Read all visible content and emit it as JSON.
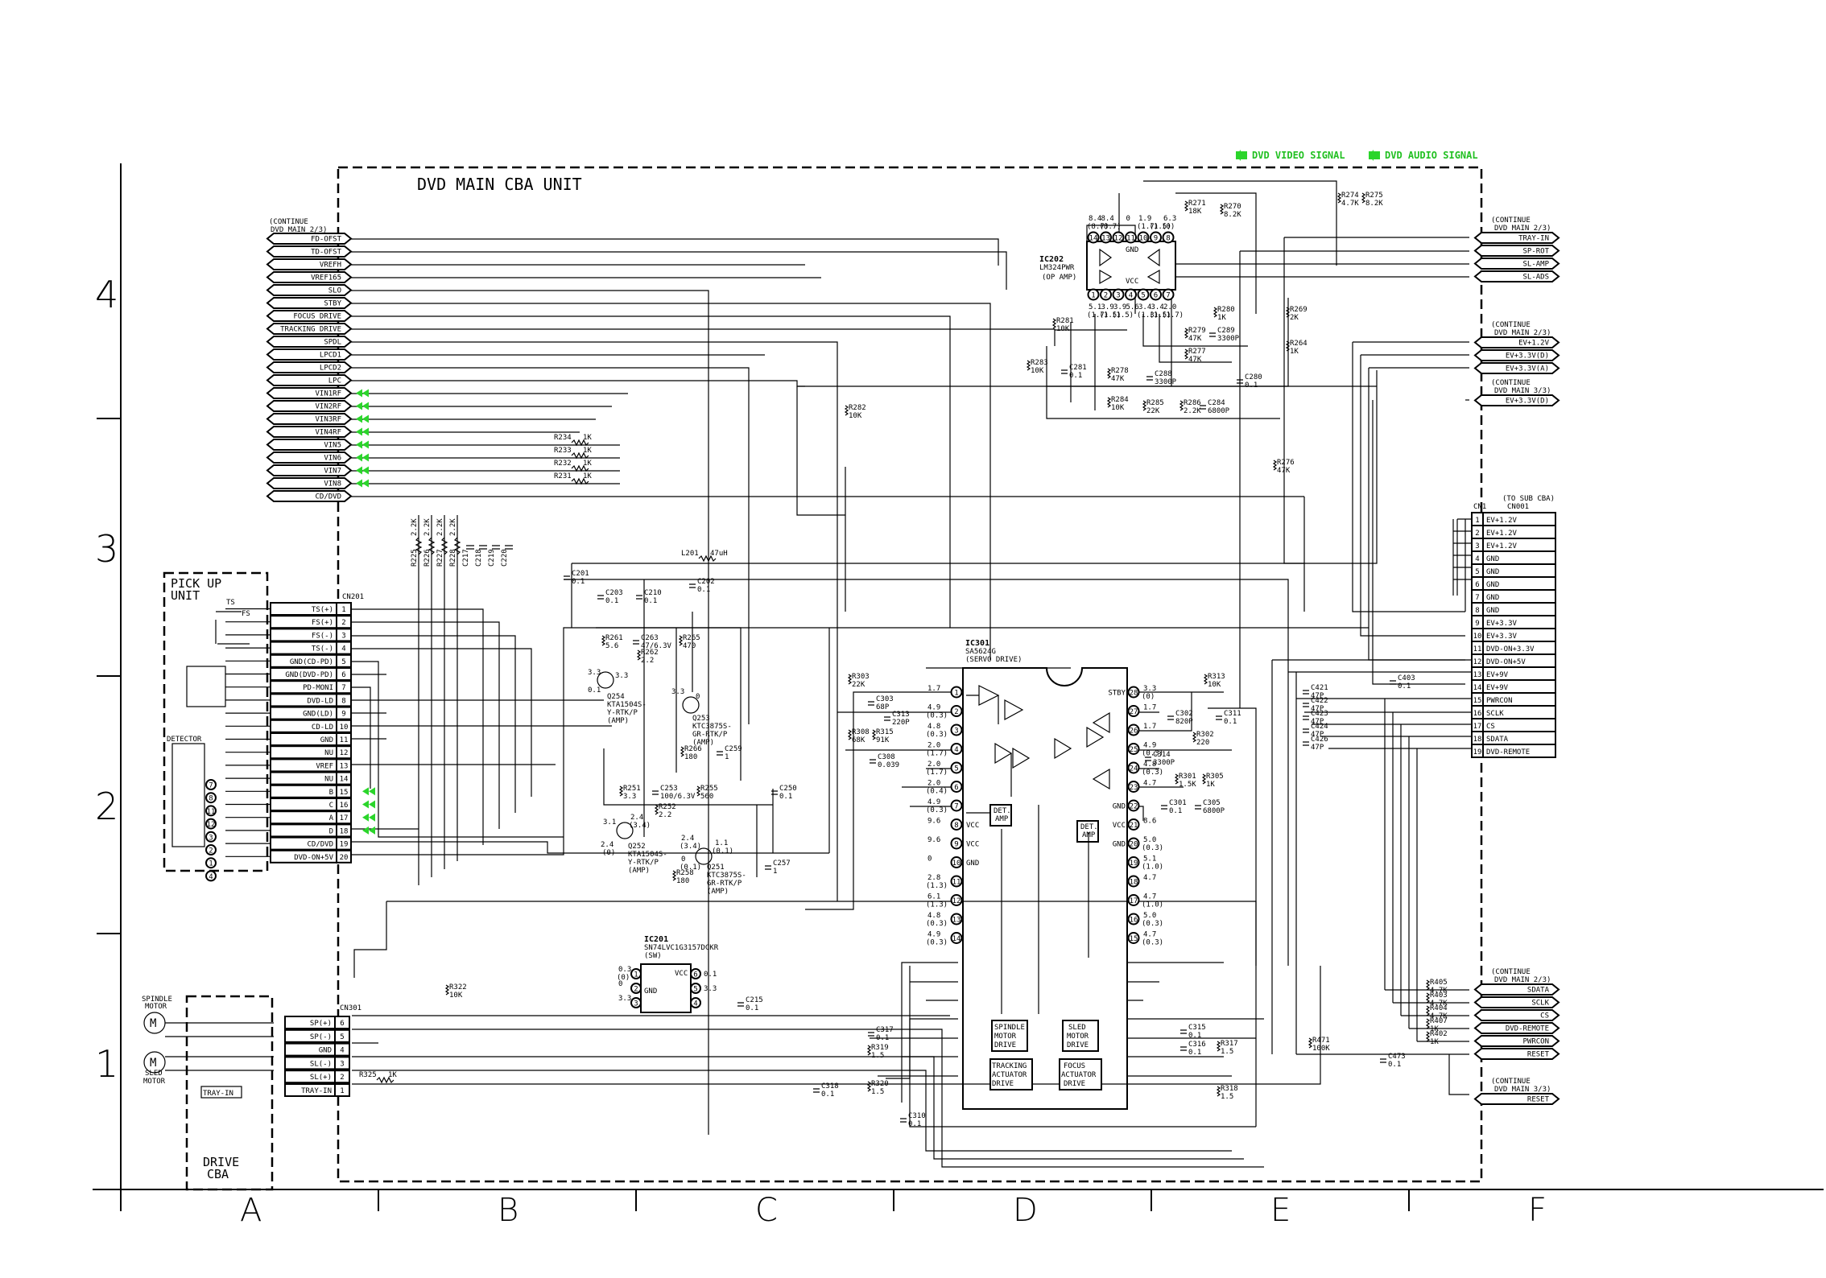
{
  "legend": {
    "video": "DVD VIDEO SIGNAL",
    "audio": "DVD AUDIO SIGNAL",
    "color": "#22c022"
  },
  "grid": {
    "rows": [
      "4",
      "3",
      "2",
      "1"
    ],
    "cols": [
      "A",
      "B",
      "C",
      "D",
      "E",
      "F"
    ]
  },
  "title": "DVD MAIN CBA UNIT",
  "left_connector": {
    "continue": "(CONTINUE",
    "continue_ref": "DVD MAIN 2/3)",
    "signals": [
      "FD-OFST",
      "TD-OFST",
      "VREFH",
      "VREF165",
      "SLO",
      "STBY",
      "FOCUS DRIVE",
      "TRACKING DRIVE",
      "SPDL",
      "LPCD1",
      "LPCD2",
      "LPC",
      "VIN1RF",
      "VIN2RF",
      "VIN3RF",
      "VIN4RF",
      "VIN5",
      "VIN6",
      "VIN7",
      "VIN8",
      "CD/DVD"
    ]
  },
  "pickup": {
    "title": "PICK UP",
    "title2": "UNIT",
    "connector": "CN201",
    "detector": "DETECTOR",
    "ts": "TS",
    "fs": "FS",
    "pins": [
      {
        "n": "1",
        "s": "TS(+)"
      },
      {
        "n": "2",
        "s": "FS(+)"
      },
      {
        "n": "3",
        "s": "FS(-)"
      },
      {
        "n": "4",
        "s": "TS(-)"
      },
      {
        "n": "5",
        "s": "GND(CD-PD)"
      },
      {
        "n": "6",
        "s": "GND(DVD-PD)"
      },
      {
        "n": "7",
        "s": "PD-MONI"
      },
      {
        "n": "8",
        "s": "DVD-LD"
      },
      {
        "n": "9",
        "s": "GND(LD)"
      },
      {
        "n": "10",
        "s": "CD-LD"
      },
      {
        "n": "11",
        "s": "GND"
      },
      {
        "n": "12",
        "s": "NU"
      },
      {
        "n": "13",
        "s": "VREF"
      },
      {
        "n": "14",
        "s": "NU"
      },
      {
        "n": "15",
        "s": "B"
      },
      {
        "n": "16",
        "s": "C"
      },
      {
        "n": "17",
        "s": "A"
      },
      {
        "n": "18",
        "s": "D"
      },
      {
        "n": "19",
        "s": "CD/DVD"
      },
      {
        "n": "20",
        "s": "DVD-ON+5V"
      }
    ],
    "det_pins": [
      "7",
      "8",
      "11",
      "12",
      "3",
      "2",
      "1",
      "4"
    ]
  },
  "drive": {
    "title": "DRIVE",
    "title2": "CBA",
    "connector": "CN301",
    "spindle": "SPINDLE",
    "spindle2": "MOTOR",
    "sled": "SLED",
    "sled2": "MOTOR",
    "tray": "TRAY-IN",
    "motor_symbol": "M",
    "pins": [
      {
        "n": "6",
        "s": "SP(+)"
      },
      {
        "n": "5",
        "s": "SP(-)"
      },
      {
        "n": "4",
        "s": "GND"
      },
      {
        "n": "3",
        "s": "SL(-)"
      },
      {
        "n": "2",
        "s": "SL(+)"
      },
      {
        "n": "1",
        "s": "TRAY-IN"
      }
    ]
  },
  "right_top": {
    "continue": "(CONTINUE",
    "continue_ref": "DVD MAIN 2/3)",
    "signals": [
      "TRAY-IN",
      "SP-ROT",
      "SL-AMP",
      "SL-ADS"
    ]
  },
  "right_power": {
    "continue": "(CONTINUE",
    "continue_ref": "DVD MAIN 2/3)",
    "signals": [
      "EV+1.2V",
      "EV+3.3V(D)",
      "EV+3.3V(A)"
    ],
    "continue2": "(CONTINUE",
    "continue2_ref": "DVD MAIN 3/3)",
    "signal2": "EV+3.3V(D)"
  },
  "cn1": {
    "label": "CN1",
    "ref": "(TO SUB CBA)",
    "ref2": "CN001",
    "pins": [
      {
        "n": "1",
        "s": "EV+1.2V"
      },
      {
        "n": "2",
        "s": "EV+1.2V"
      },
      {
        "n": "3",
        "s": "EV+1.2V"
      },
      {
        "n": "4",
        "s": "GND"
      },
      {
        "n": "5",
        "s": "GND"
      },
      {
        "n": "6",
        "s": "GND"
      },
      {
        "n": "7",
        "s": "GND"
      },
      {
        "n": "8",
        "s": "GND"
      },
      {
        "n": "9",
        "s": "EV+3.3V"
      },
      {
        "n": "10",
        "s": "EV+3.3V"
      },
      {
        "n": "11",
        "s": "DVD-ON+3.3V"
      },
      {
        "n": "12",
        "s": "DVD-ON+5V"
      },
      {
        "n": "13",
        "s": "EV+9V"
      },
      {
        "n": "14",
        "s": "EV+9V"
      },
      {
        "n": "15",
        "s": "PWRCON"
      },
      {
        "n": "16",
        "s": "SCLK"
      },
      {
        "n": "17",
        "s": "CS"
      },
      {
        "n": "18",
        "s": "SDATA"
      },
      {
        "n": "19",
        "s": "DVD-REMOTE"
      }
    ]
  },
  "right_bottom": {
    "continue": "(CONTINUE",
    "continue_ref": "DVD MAIN 2/3)",
    "signals": [
      "SDATA",
      "SCLK",
      "CS",
      "DVD-REMOTE",
      "PWRCON",
      "RESET"
    ],
    "continue2": "(CONTINUE",
    "continue2_ref": "DVD MAIN 3/3)",
    "signal2": "RESET"
  },
  "ic202": {
    "name": "IC202",
    "part": "LM324PWR",
    "func": "(OP AMP)",
    "gnd": "GND",
    "vcc": "VCC",
    "top_pins": [
      "14",
      "13",
      "12",
      "11",
      "10",
      "9",
      "8"
    ],
    "bottom_pins": [
      "1",
      "2",
      "3",
      "4",
      "5",
      "6",
      "7"
    ],
    "top_v": [
      "8.4",
      "8.4",
      "",
      "0",
      "1.9",
      "",
      "6.3"
    ],
    "top_v2": [
      "(8.7)",
      "(8.7)",
      "",
      "",
      "(1.7)",
      "(1.5)",
      "(0)"
    ],
    "bot_v": [
      "5.1",
      "3.9",
      "3.9",
      "5.6",
      "3.4",
      "3.4",
      "2.0"
    ],
    "bot_v2": [
      "(1.7)",
      "(1.5)",
      "(1.5)",
      "",
      "(1.3)",
      "(1.5)",
      "(1.7)"
    ]
  },
  "ic301": {
    "name": "IC301",
    "part": "SA5624G",
    "func": "(SERVO DRIVE)",
    "left_pins": [
      "1",
      "2",
      "3",
      "4",
      "5",
      "6",
      "7",
      "8",
      "9",
      "10",
      "11",
      "12",
      "13",
      "14"
    ],
    "right_pins": [
      "28",
      "27",
      "26",
      "25",
      "24",
      "23",
      "22",
      "21",
      "20",
      "19",
      "18",
      "17",
      "16",
      "15"
    ],
    "left_labels": [
      "",
      "",
      "",
      "",
      "",
      "",
      "",
      "VCC",
      "VCC",
      "GND",
      "",
      "",
      "",
      ""
    ],
    "right_labels": [
      "STBY",
      "",
      "",
      "",
      "",
      "",
      "GND",
      "VCC",
      "GND",
      "",
      "",
      "",
      "",
      ""
    ],
    "left_v": [
      "1.7",
      "4.9",
      "4.8",
      "2.0",
      "2.0",
      "2.0",
      "4.9",
      "9.6",
      "9.6",
      "0",
      "2.8",
      "6.1",
      "4.8",
      "4.9"
    ],
    "left_v2": [
      "",
      "(0.3)",
      "(0.3)",
      "(1.7)",
      "(1.7)",
      "(0.4)",
      "(0.3)",
      "",
      "",
      "",
      "(1.3)",
      "(1.3)",
      "(0.3)",
      "(0.3)"
    ],
    "right_v": [
      "3.3",
      "1.7",
      "1.7",
      "4.9",
      "4.8",
      "4.7",
      "",
      "8.6",
      "5.0",
      "5.1",
      "4.7",
      "4.7",
      "5.0",
      "4.7"
    ],
    "right_v2": [
      "(0)",
      "",
      "",
      "(0.3)",
      "(0.3)",
      "",
      "",
      "",
      "(0.3)",
      "(1.0)",
      "",
      "(1.0)",
      "(0.3)",
      "(0.3)"
    ],
    "blocks": {
      "det_amp": "DET.",
      "det_amp2": "AMP",
      "spindle": [
        "SPINDLE",
        "MOTOR",
        "DRIVE"
      ],
      "tracking": [
        "TRACKING",
        "ACTUATOR",
        "DRIVE"
      ],
      "sled": [
        "SLED",
        "MOTOR",
        "DRIVE"
      ],
      "focus": [
        "FOCUS",
        "ACTUATOR",
        "DRIVE"
      ]
    }
  },
  "ic201": {
    "name": "IC201",
    "part": "SN74LVC1G3157DCKR",
    "func": "(SW)",
    "gnd": "GND",
    "vcc": "VCC",
    "left_pins": [
      "1",
      "2",
      "3"
    ],
    "right_pins": [
      "6",
      "5",
      "4"
    ],
    "left_v": [
      "0.3",
      "0",
      "3.3"
    ],
    "left_v2": [
      "(0)",
      "",
      ""
    ],
    "right_v": [
      "0.1",
      "3.3",
      ""
    ]
  },
  "transistors": [
    {
      "ref": "Q254",
      "part": "KTA1504S-",
      "part2": "Y-RTK/P",
      "func": "(AMP)",
      "v1": "3.3",
      "v2": "3.3",
      "v3": "0.1"
    },
    {
      "ref": "Q253",
      "part": "KTC3875S-",
      "part2": "GR-RTK/P",
      "func": "(AMP)",
      "v1": "3.3",
      "v2": "0"
    },
    {
      "ref": "Q252",
      "part": "KTA1504S-",
      "part2": "Y-RTK/P",
      "func": "(AMP)",
      "v1": "3.1",
      "v2": "2.4",
      "v2b": "(3.4)",
      "v3": "2.4",
      "v3b": "(0)"
    },
    {
      "ref": "Q251",
      "part": "KTC3875S-",
      "part2": "GR-RTK/P",
      "func": "(AMP)",
      "v1": "2.4",
      "v1b": "(3.4)",
      "v2": "1.1",
      "v2b": "(0.1)",
      "v3": "0",
      "v3b": "(0.1)"
    }
  ],
  "components": [
    {
      "ref": "R234",
      "val": "1K"
    },
    {
      "ref": "R233",
      "val": "1K"
    },
    {
      "ref": "R232",
      "val": "1K"
    },
    {
      "ref": "R231",
      "val": "1K"
    },
    {
      "ref": "R225",
      "val": "2.2K"
    },
    {
      "ref": "R226",
      "val": "2.2K"
    },
    {
      "ref": "R227",
      "val": "2.2K"
    },
    {
      "ref": "R228",
      "val": "2.2K"
    },
    {
      "ref": "C217",
      "val": ""
    },
    {
      "ref": "C218",
      "val": ""
    },
    {
      "ref": "C219",
      "val": ""
    },
    {
      "ref": "C220",
      "val": ""
    },
    {
      "ref": "L201",
      "val": "47uH"
    },
    {
      "ref": "C202",
      "val": "0.1"
    },
    {
      "ref": "C201",
      "val": "0.1"
    },
    {
      "ref": "C203",
      "val": "0.1"
    },
    {
      "ref": "C210",
      "val": "0.1"
    },
    {
      "ref": "R261",
      "val": "5.6"
    },
    {
      "ref": "C263",
      "val": "47/6.3V"
    },
    {
      "ref": "R265",
      "val": "470"
    },
    {
      "ref": "R262",
      "val": "2.2"
    },
    {
      "ref": "R266",
      "val": "180"
    },
    {
      "ref": "C259",
      "val": "1"
    },
    {
      "ref": "R251",
      "val": "3.3"
    },
    {
      "ref": "C253",
      "val": "100/6.3V"
    },
    {
      "ref": "R255",
      "val": "560"
    },
    {
      "ref": "R252",
      "val": "2.2"
    },
    {
      "ref": "C250",
      "val": "0.1"
    },
    {
      "ref": "C257",
      "val": "1"
    },
    {
      "ref": "R258",
      "val": "180"
    },
    {
      "ref": "R303",
      "val": "22K"
    },
    {
      "ref": "C303",
      "val": "68P"
    },
    {
      "ref": "C313",
      "val": "220P"
    },
    {
      "ref": "R308",
      "val": "68K"
    },
    {
      "ref": "R315",
      "val": "91K"
    },
    {
      "ref": "C308",
      "val": "0.039"
    },
    {
      "ref": "R313",
      "val": "10K"
    },
    {
      "ref": "C302",
      "val": "820P"
    },
    {
      "ref": "C311",
      "val": "0.1"
    },
    {
      "ref": "R302",
      "val": "220"
    },
    {
      "ref": "C314",
      "val": "3300P"
    },
    {
      "ref": "R301",
      "val": "1.5K"
    },
    {
      "ref": "R305",
      "val": "1K"
    },
    {
      "ref": "C301",
      "val": "0.1"
    },
    {
      "ref": "C305",
      "val": "6800P"
    },
    {
      "ref": "C315",
      "val": "0.1"
    },
    {
      "ref": "C316",
      "val": "0.1"
    },
    {
      "ref": "R317",
      "val": "1.5"
    },
    {
      "ref": "R318",
      "val": "1.5"
    },
    {
      "ref": "C317",
      "val": "0.1"
    },
    {
      "ref": "R319",
      "val": "1.5"
    },
    {
      "ref": "R320",
      "val": "1.5"
    },
    {
      "ref": "C318",
      "val": "0.1"
    },
    {
      "ref": "C310",
      "val": "0.1"
    },
    {
      "ref": "R322",
      "val": "10K"
    },
    {
      "ref": "R325",
      "val": "1K"
    },
    {
      "ref": "C215",
      "val": "0.1"
    },
    {
      "ref": "R271",
      "val": "18K"
    },
    {
      "ref": "R270",
      "val": "8.2K"
    },
    {
      "ref": "R274",
      "val": "4.7K"
    },
    {
      "ref": "R275",
      "val": "8.2K"
    },
    {
      "ref": "R280",
      "val": "1K"
    },
    {
      "ref": "R269",
      "val": "2K"
    },
    {
      "ref": "R281",
      "val": "10K"
    },
    {
      "ref": "R279",
      "val": "47K"
    },
    {
      "ref": "C289",
      "val": "3300P"
    },
    {
      "ref": "R264",
      "val": "1K"
    },
    {
      "ref": "R277",
      "val": "47K"
    },
    {
      "ref": "R283",
      "val": "10K"
    },
    {
      "ref": "C281",
      "val": "0.1"
    },
    {
      "ref": "R278",
      "val": "47K"
    },
    {
      "ref": "C288",
      "val": "3300P"
    },
    {
      "ref": "C280",
      "val": "0.1"
    },
    {
      "ref": "R284",
      "val": "10K"
    },
    {
      "ref": "R285",
      "val": "22K"
    },
    {
      "ref": "R286",
      "val": "2.2K"
    },
    {
      "ref": "C284",
      "val": "6800P"
    },
    {
      "ref": "R282",
      "val": "10K"
    },
    {
      "ref": "R276",
      "val": "47K"
    },
    {
      "ref": "C403",
      "val": "0.1"
    },
    {
      "ref": "C421",
      "val": "47P"
    },
    {
      "ref": "C422",
      "val": "47P"
    },
    {
      "ref": "C423",
      "val": "47P"
    },
    {
      "ref": "C424",
      "val": "47P"
    },
    {
      "ref": "C426",
      "val": "47P"
    },
    {
      "ref": "R405",
      "val": "4.7K"
    },
    {
      "ref": "R403",
      "val": "4.7K"
    },
    {
      "ref": "R404",
      "val": "4.7K"
    },
    {
      "ref": "R407",
      "val": "1K"
    },
    {
      "ref": "R402",
      "val": "1K"
    },
    {
      "ref": "R471",
      "val": "100K"
    },
    {
      "ref": "C473",
      "val": "0.1"
    }
  ]
}
